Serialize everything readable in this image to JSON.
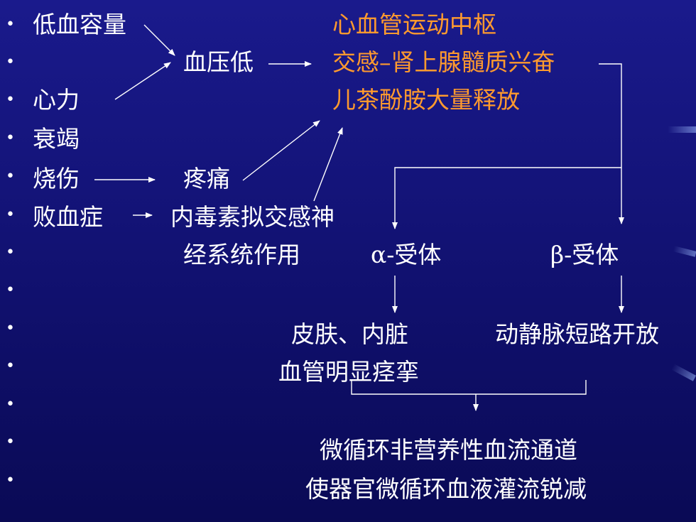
{
  "bullets": [
    "•",
    "•",
    "•",
    "•",
    "•",
    "•",
    "•",
    "•",
    "•",
    "•",
    "•",
    "•",
    "•"
  ],
  "left": {
    "low_volume": "低血容量",
    "heart": "心力",
    "failure": "衰竭",
    "burn": "烧伤",
    "sepsis": "败血症"
  },
  "mid": {
    "low_bp": "血压低",
    "pain": "疼痛",
    "endotoxin_1": "内毒素拟交感神",
    "endotoxin_2": "经系统作用"
  },
  "center": {
    "cv_center": "心血管运动中枢",
    "sympathetic": "交感–肾上腺髓质兴奋",
    "catecholamine": "儿茶酚胺大量释放"
  },
  "receptors": {
    "alpha": "α-受体",
    "beta": "β-受体"
  },
  "effects": {
    "skin_1": "皮肤、内脏",
    "skin_2": "血管明显痉挛",
    "shunt": "动静脉短路开放"
  },
  "result": {
    "line1": "微循环非营养性血流通道",
    "line2": "使器官微循环血液灌流锐减"
  },
  "colors": {
    "background": "#14147a",
    "text": "#ffffff",
    "highlight": "#ff9a2e"
  }
}
